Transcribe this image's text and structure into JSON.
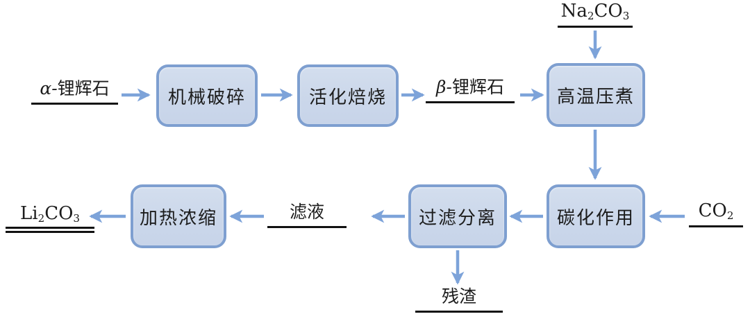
{
  "colors": {
    "background": "#ffffff",
    "box_fill": "#cdd9ec",
    "box_border": "#7e9fd0",
    "arrow": "#7da3d9",
    "text": "#1c1c1c",
    "underline": "#111111"
  },
  "boxes": [
    {
      "label": "机械破碎"
    },
    {
      "label": "活化焙烧"
    },
    {
      "label": "高温压煮"
    },
    {
      "label": "碳化作用"
    },
    {
      "label": "过滤分离"
    },
    {
      "label": "加热浓缩"
    }
  ],
  "io_labels": {
    "alpha_spodumene": {
      "italic": "α-",
      "rest": "锂辉石"
    },
    "beta_spodumene": {
      "italic": "β-",
      "rest": "锂辉石"
    },
    "na2co3": {
      "p1": "Na",
      "s1": "2",
      "p2": "CO",
      "s2": "3"
    },
    "co2": {
      "p1": "CO",
      "s1": "2"
    },
    "li2co3": {
      "p1": "Li",
      "s1": "2",
      "p2": "CO",
      "s2": "3"
    },
    "filtrate": "滤液",
    "residue": "残渣"
  }
}
